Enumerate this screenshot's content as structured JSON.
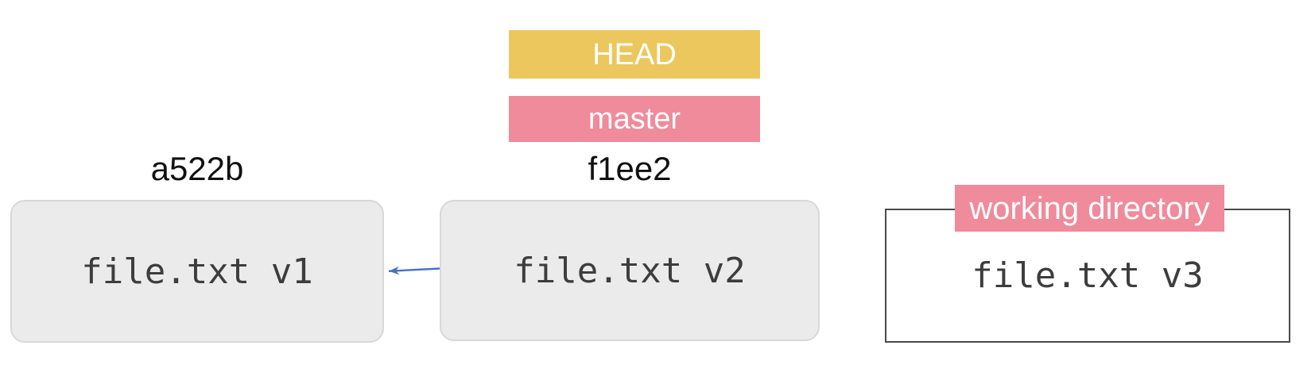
{
  "tags": {
    "head": {
      "label": "HEAD",
      "bg": "#ebc75e",
      "fg": "#ffffff"
    },
    "master": {
      "label": "master",
      "bg": "#ef8b9b",
      "fg": "#ffffff"
    }
  },
  "commits": [
    {
      "hash": "a522b",
      "file": "file.txt v1"
    },
    {
      "hash": "f1ee2",
      "file": "file.txt v2"
    }
  ],
  "working_directory": {
    "label": "working directory",
    "bg": "#ef8b9b",
    "file": "file.txt v3"
  },
  "arrow": {
    "color": "#4472c4"
  },
  "colors": {
    "background": "#ffffff",
    "commit_box_fill": "#ebebeb",
    "commit_box_border": "#d8d8d8",
    "file_text": "#3d3d3d",
    "hash_text": "#111111",
    "wd_border": "#4a4a4a"
  }
}
